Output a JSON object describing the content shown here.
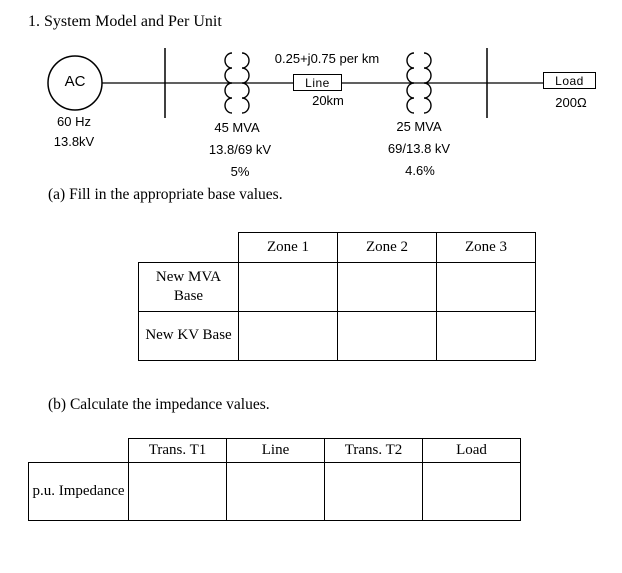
{
  "title": "1. System Model and Per Unit",
  "diagram": {
    "source": {
      "label": "AC",
      "frequency": "60 Hz",
      "voltage": "13.8kV"
    },
    "transformer_t1": {
      "rating": "45 MVA",
      "ratio": "13.8/69 kV",
      "impedance": "5%"
    },
    "line": {
      "impedance_per_km": "0.25+j0.75 per km",
      "label": "Line",
      "length": "20km"
    },
    "transformer_t2": {
      "rating": "25 MVA",
      "ratio": "69/13.8 kV",
      "impedance": "4.6%"
    },
    "load": {
      "label": "Load",
      "value": "200Ω"
    }
  },
  "part_a": {
    "prompt": "(a) Fill in the appropriate base values.",
    "table": {
      "col_headers": [
        "Zone 1",
        "Zone 2",
        "Zone 3"
      ],
      "row_headers": [
        "New MVA Base",
        "New KV Base"
      ]
    }
  },
  "part_b": {
    "prompt": "(b) Calculate the impedance values.",
    "table": {
      "col_headers": [
        "Trans. T1",
        "Line",
        "Trans. T2",
        "Load"
      ],
      "row_headers": [
        "p.u. Impedance"
      ]
    }
  }
}
